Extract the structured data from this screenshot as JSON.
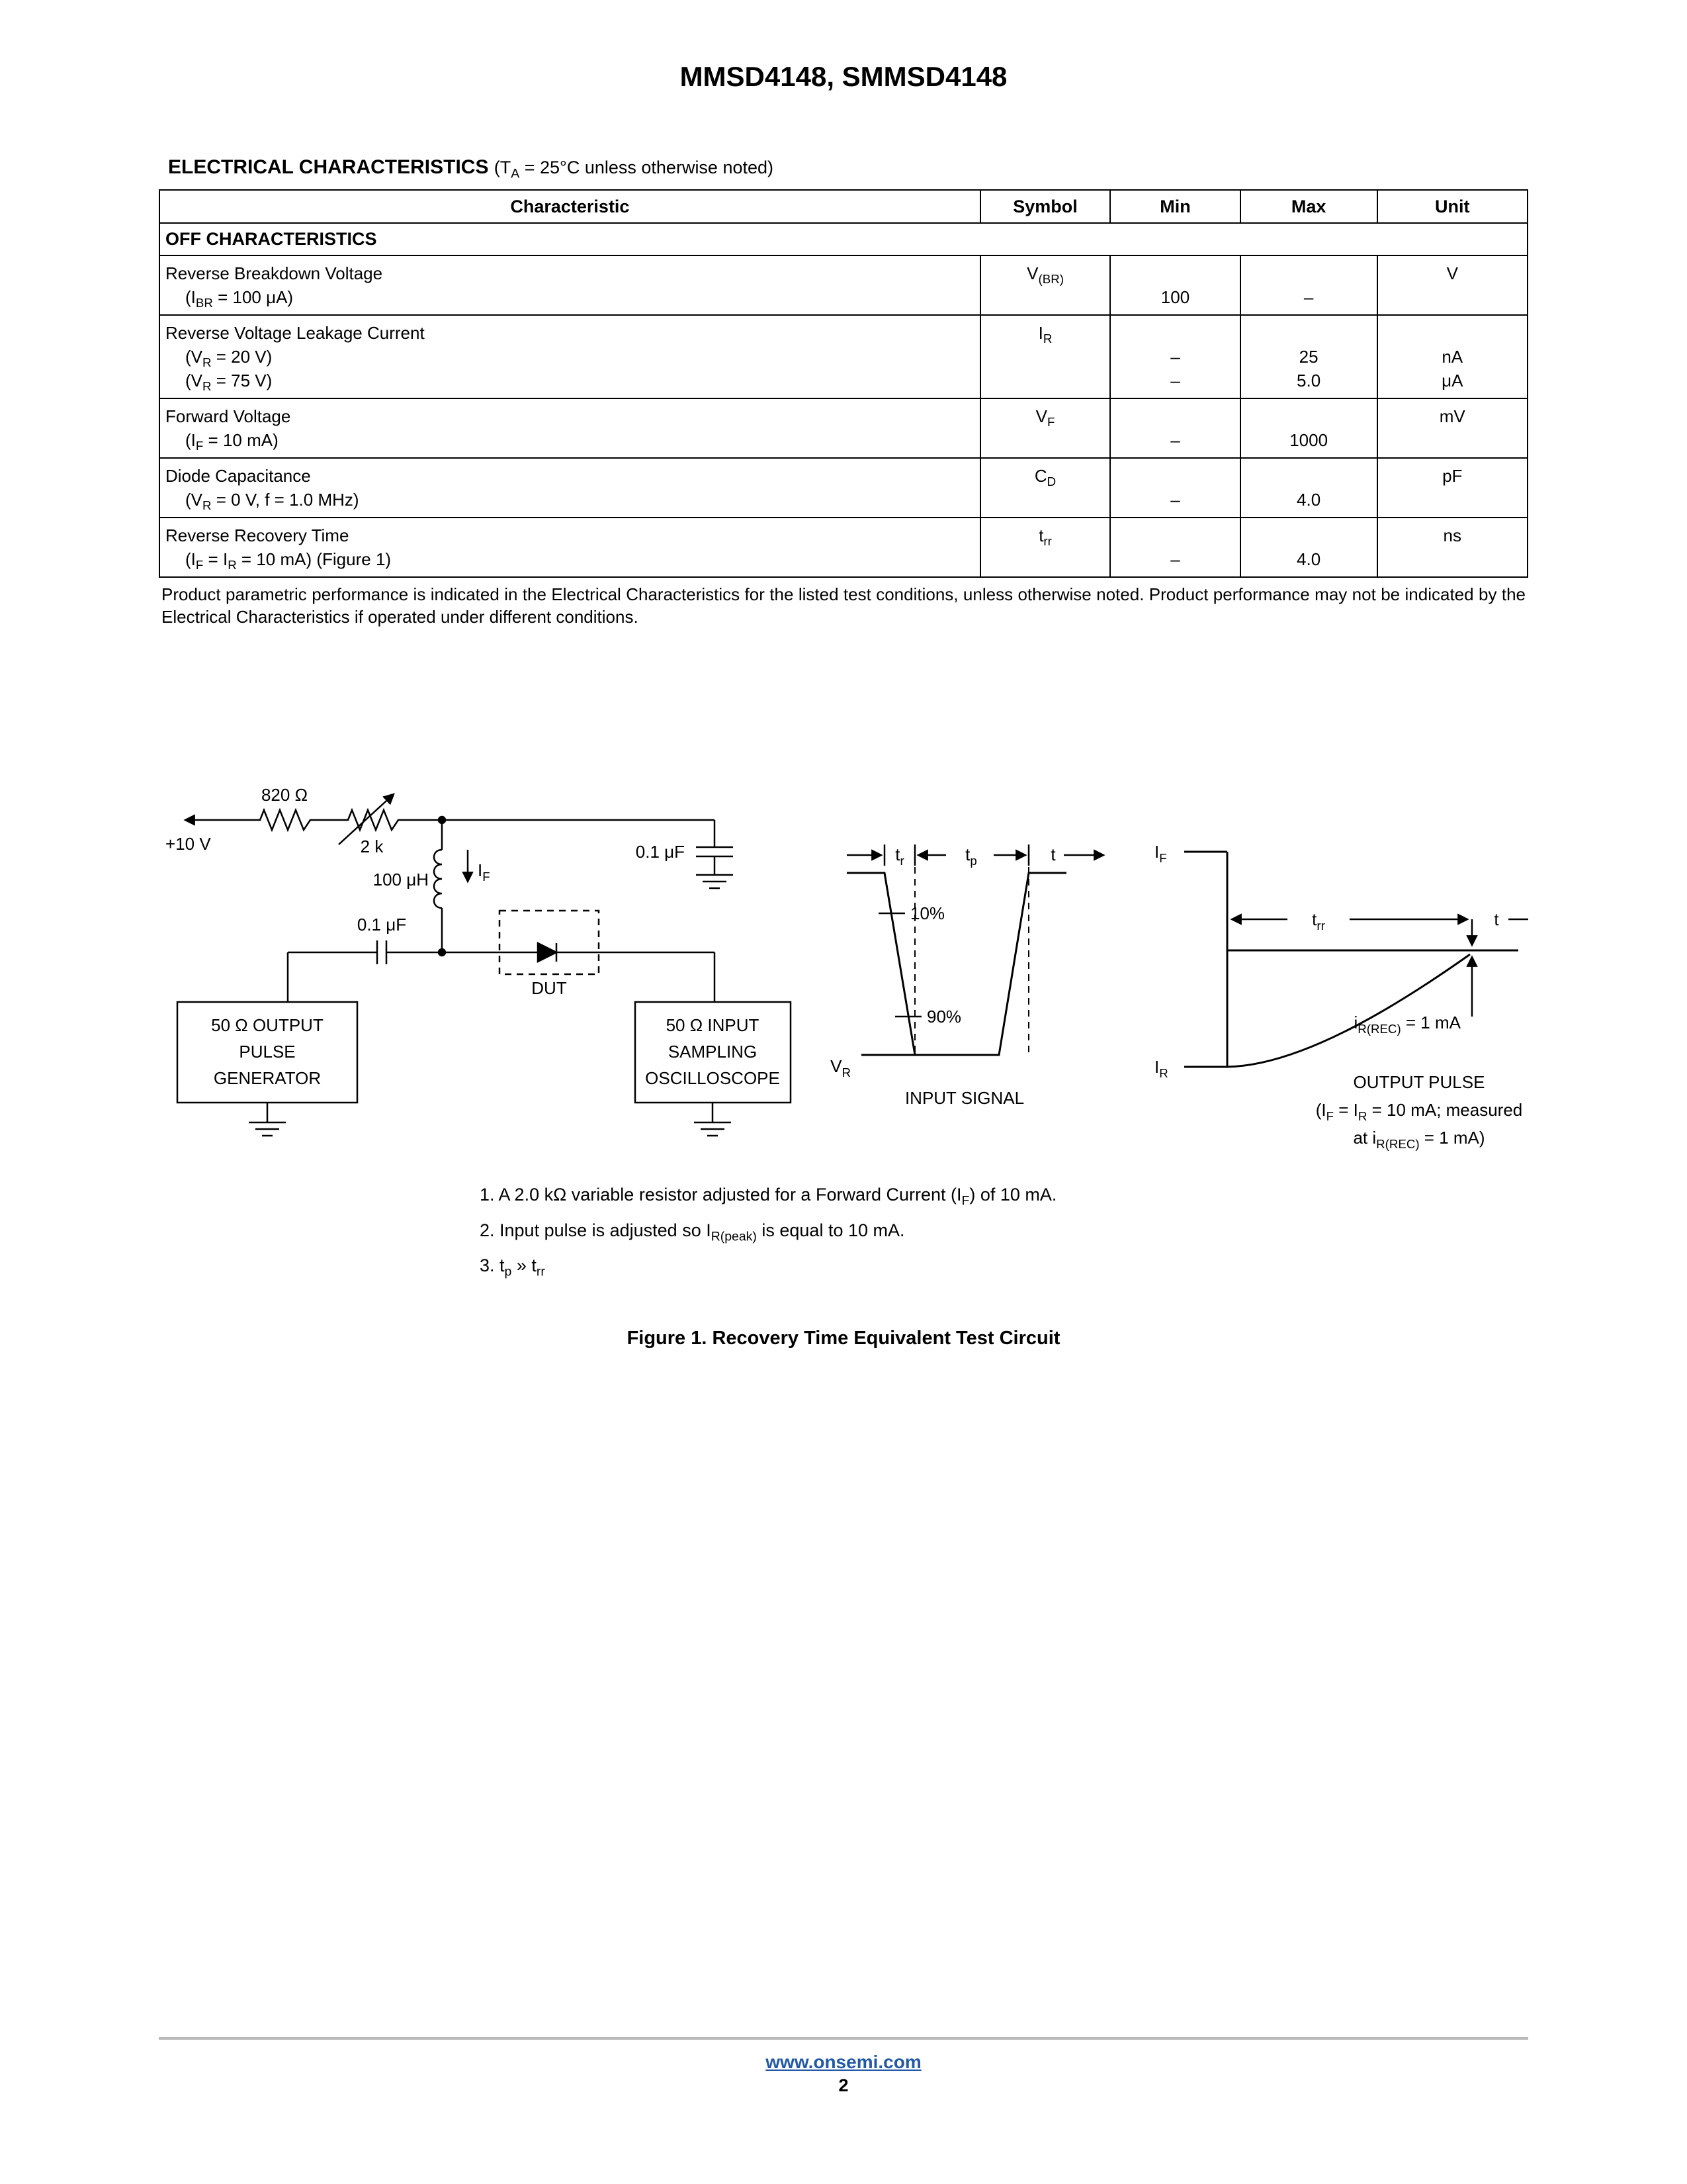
{
  "page": {
    "title": "MMSD4148, SMMSD4148",
    "footer": {
      "url": "www.onsemi.com",
      "page_number": "2"
    },
    "colors": {
      "link_blue": "#2159a8",
      "rule_gray": "#b9b9b9"
    }
  },
  "section": {
    "heading": "ELECTRICAL CHARACTERISTICS",
    "condition": [
      [
        "(T",
        ""
      ],
      [
        "A",
        "sub"
      ],
      [
        " = 25°C unless otherwise noted)",
        ""
      ]
    ]
  },
  "table": {
    "columns": [
      "Characteristic",
      "Symbol",
      "Min",
      "Max",
      "Unit"
    ],
    "group_header": "OFF CHARACTERISTICS",
    "rows": [
      {
        "name": "Reverse Breakdown Voltage",
        "cond1": [
          [
            "(I",
            ""
          ],
          [
            "BR",
            "sub"
          ],
          [
            " = 100 μA)",
            ""
          ]
        ],
        "symbol": [
          [
            "V",
            ""
          ],
          [
            "(BR)",
            "sub"
          ]
        ],
        "min1": "100",
        "max1": "–",
        "unit1": "V"
      },
      {
        "name": "Reverse Voltage Leakage Current",
        "cond1": [
          [
            "(V",
            ""
          ],
          [
            "R",
            "sub"
          ],
          [
            " = 20 V)",
            ""
          ]
        ],
        "cond2": [
          [
            "(V",
            ""
          ],
          [
            "R",
            "sub"
          ],
          [
            " = 75 V)",
            ""
          ]
        ],
        "symbol": [
          [
            "I",
            ""
          ],
          [
            "R",
            "sub"
          ]
        ],
        "min1": "–",
        "min2": "–",
        "max1": "25",
        "max2": "5.0",
        "unit1": "nA",
        "unit2": "μA"
      },
      {
        "name": "Forward Voltage",
        "cond1": [
          [
            "(I",
            ""
          ],
          [
            "F",
            "sub"
          ],
          [
            " = 10 mA)",
            ""
          ]
        ],
        "symbol": [
          [
            "V",
            ""
          ],
          [
            "F",
            "sub"
          ]
        ],
        "min1": "–",
        "max1": "1000",
        "unit1": "mV"
      },
      {
        "name": "Diode Capacitance",
        "cond1": [
          [
            "(V",
            ""
          ],
          [
            "R",
            "sub"
          ],
          [
            " = 0 V, f = 1.0 MHz)",
            ""
          ]
        ],
        "symbol": [
          [
            "C",
            ""
          ],
          [
            "D",
            "sub"
          ]
        ],
        "min1": "–",
        "max1": "4.0",
        "unit1": "pF"
      },
      {
        "name": "Reverse Recovery Time",
        "cond1": [
          [
            "(I",
            ""
          ],
          [
            "F",
            "sub"
          ],
          [
            " = I",
            ""
          ],
          [
            "R",
            "sub"
          ],
          [
            " = 10 mA) (Figure 1)",
            ""
          ]
        ],
        "symbol": [
          [
            "t",
            ""
          ],
          [
            "rr",
            "sub"
          ]
        ],
        "min1": "–",
        "max1": "4.0",
        "unit1": "ns"
      }
    ],
    "footnote": "Product parametric performance is indicated in the Electrical Characteristics for the listed test conditions, unless otherwise noted. Product performance may not be indicated by the Electrical Characteristics if operated under different conditions."
  },
  "figure": {
    "caption": "Figure 1. Recovery Time Equivalent Test Circuit",
    "circuit": {
      "supply_label": "+10 V",
      "resistor_label": "820 Ω",
      "pot_label": "2 k",
      "inductor_label": "100 μH",
      "if_label": [
        [
          "I",
          ""
        ],
        [
          "F",
          "sub"
        ]
      ],
      "cap_series_label": "0.1 μF",
      "cap_shunt_label": "0.1 μF",
      "dut_label": "DUT",
      "generator_lines": [
        "50 Ω OUTPUT",
        "PULSE",
        "GENERATOR"
      ],
      "oscilloscope_lines": [
        "50 Ω INPUT",
        "SAMPLING",
        "OSCILLOSCOPE"
      ]
    },
    "input_signal": {
      "tr_label": [
        [
          "t",
          ""
        ],
        [
          "r",
          "sub"
        ]
      ],
      "tp_label": [
        [
          "t",
          ""
        ],
        [
          "p",
          "sub"
        ]
      ],
      "t_label": "t",
      "pct10_label": "10%",
      "pct90_label": "90%",
      "vr_label": [
        [
          "V",
          ""
        ],
        [
          "R",
          "sub"
        ]
      ],
      "title": "INPUT SIGNAL"
    },
    "output_pulse": {
      "if_label": [
        [
          "I",
          ""
        ],
        [
          "F",
          "sub"
        ]
      ],
      "ir_label": [
        [
          "I",
          ""
        ],
        [
          "R",
          "sub"
        ]
      ],
      "trr_label": [
        [
          "t",
          ""
        ],
        [
          "rr",
          "sub"
        ]
      ],
      "t_label": "t",
      "irec_label": [
        [
          "i",
          ""
        ],
        [
          "R(REC)",
          "sub"
        ],
        [
          " = 1 mA",
          ""
        ]
      ],
      "title": "OUTPUT PULSE",
      "subtitle1": [
        [
          "(I",
          ""
        ],
        [
          "F",
          "sub"
        ],
        [
          " = I",
          ""
        ],
        [
          "R",
          "sub"
        ],
        [
          " = 10 mA; measured",
          ""
        ]
      ],
      "subtitle2": [
        [
          "at i",
          ""
        ],
        [
          "R(REC)",
          "sub"
        ],
        [
          " = 1 mA)",
          ""
        ]
      ]
    },
    "notes": {
      "n1": [
        [
          "1. A 2.0 kΩ variable resistor adjusted for a Forward Current (I",
          ""
        ],
        [
          "F",
          "sub"
        ],
        [
          ") of 10 mA.",
          ""
        ]
      ],
      "n2": [
        [
          "2. Input pulse is adjusted so I",
          ""
        ],
        [
          "R(peak)",
          "sub"
        ],
        [
          " is equal to 10 mA.",
          ""
        ]
      ],
      "n3": [
        [
          "3. t",
          ""
        ],
        [
          "p",
          "sub"
        ],
        [
          " » t",
          ""
        ],
        [
          "rr",
          "sub"
        ]
      ]
    }
  }
}
